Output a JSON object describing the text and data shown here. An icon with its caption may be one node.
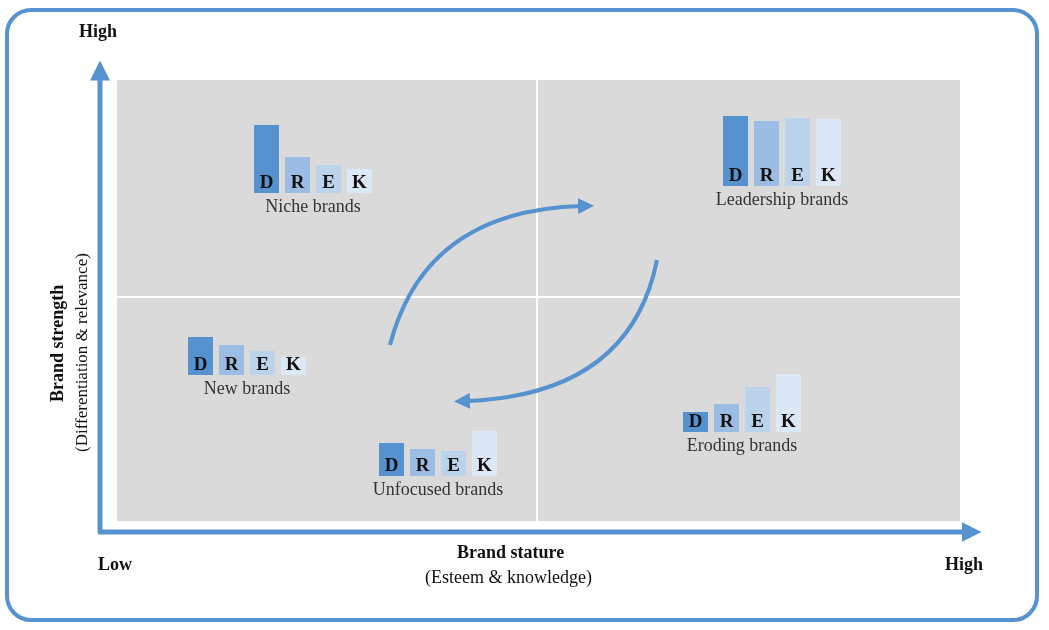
{
  "diagram": {
    "nodes": [
      {
        "text": [
          "D",
          "R",
          "E",
          "K",
          "Niche brands"
        ]
      },
      {
        "text": [
          "D",
          "R",
          "E",
          "K",
          "Leadership brands"
        ]
      },
      {
        "text": [
          "D",
          "R",
          "E",
          "K",
          "New brands"
        ]
      },
      {
        "text": [
          "D",
          "R",
          "E",
          "K",
          "Unfocused brands"
        ]
      },
      {
        "text": [
          "D",
          "R",
          "E",
          "K",
          "Eroding brands"
        ]
      }
    ],
    "edges": [],
    "labels": [
      "High",
      "Brand strength",
      "(Differentiation & relevance)",
      "Low",
      "Brand stature",
      "(Esteem & knowledge)",
      "High"
    ]
  }
}
